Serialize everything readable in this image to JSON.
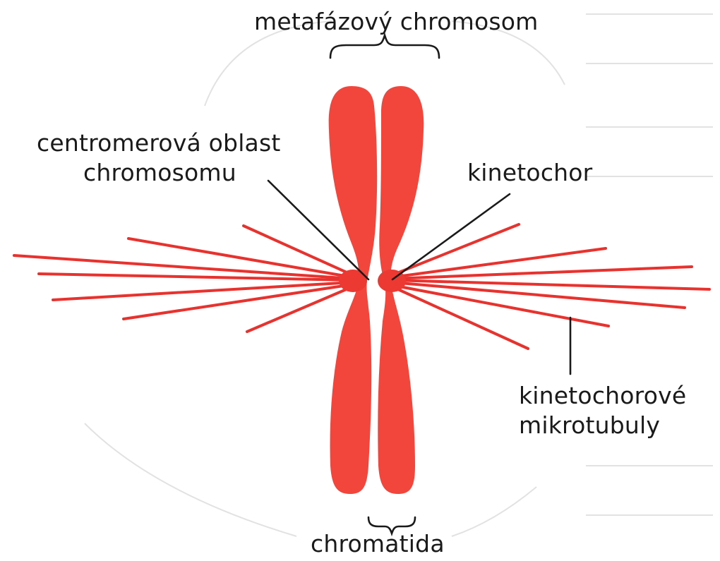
{
  "labels": {
    "metaphase_chromosome": "metafázový chromosom",
    "centromere_line1": "centromerová oblast",
    "centromere_line2": "chromosomu",
    "kinetochore": "kinetochor",
    "microtubules_line1": "kinetochorové",
    "microtubules_line2": "mikrotubuly",
    "chromatid": "chromatida"
  },
  "colors": {
    "chromosome": "#f2463c",
    "microtubule": "#e8322e",
    "leader_line": "#1a1a1a",
    "text": "#1a1a1a",
    "bleed_through": "#d9d9d9"
  }
}
